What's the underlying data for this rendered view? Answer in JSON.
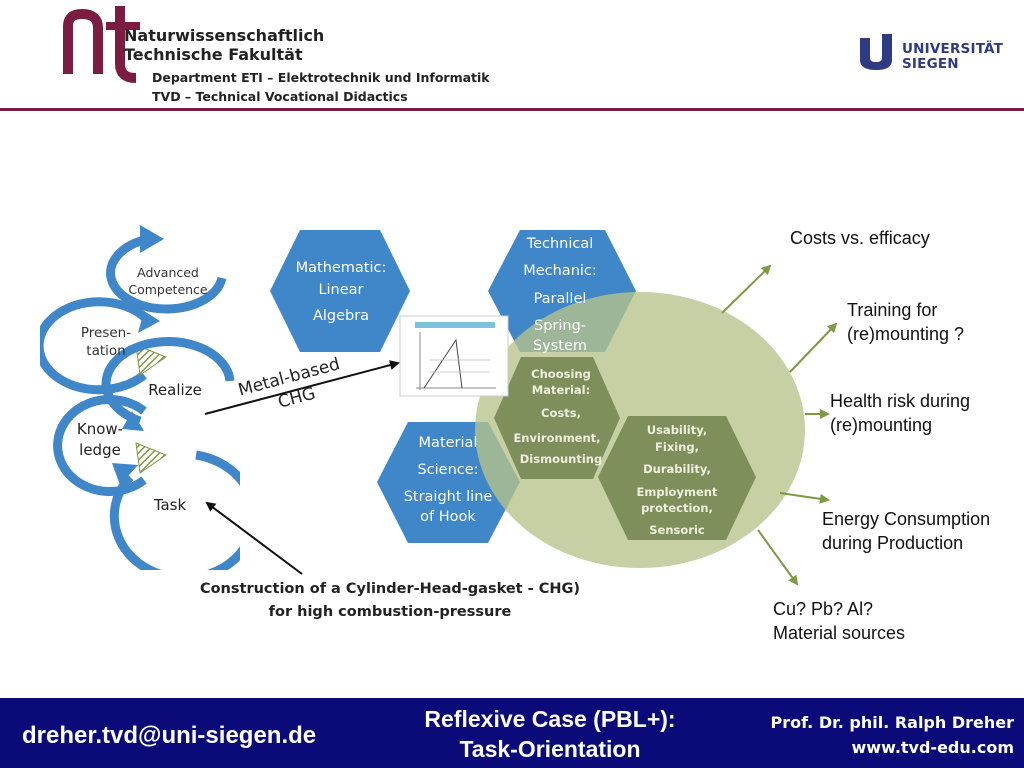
{
  "header": {
    "faculty_line1": "Naturwissenschaftlich",
    "faculty_line2": "Technische Fakultät",
    "dept_line1": "Department ETI – Elektrotechnik und Informatik",
    "dept_line2": "TVD – Technical Vocational Didactics",
    "uni_line1": "UNIVERSITÄT",
    "uni_line2": "SIEGEN"
  },
  "cycle": {
    "advanced_1": "Advanced",
    "advanced_2": "Competence",
    "presentation_1": "Presen-",
    "presentation_2": "tation",
    "realize": "Realize",
    "knowledge_1": "Know-",
    "knowledge_2": "ledge",
    "task": "Task"
  },
  "arrow_label": {
    "line1": "Metal-based",
    "line2": "CHG"
  },
  "construction": {
    "line1": "Construction of a Cylinder-Head-gasket - CHG)",
    "line2": "for high combustion-pressure"
  },
  "hexagons": {
    "math_1": "Mathematic:",
    "math_2": "Linear",
    "math_3": "Algebra",
    "mech_1": "Technical",
    "mech_2": "Mechanic:",
    "mech_3": "Parallel",
    "mech_4": "Spring-",
    "mech_5": "System",
    "mat_1": "Material",
    "mat_2": "Science:",
    "mat_3": "Straight line",
    "mat_4": "of Hook",
    "choose_1": "Choosing",
    "choose_2": "Material:",
    "choose_3": "Costs,",
    "choose_4": "Environment,",
    "choose_5": "Dismounting",
    "use_1": "Usability,",
    "use_2": "Fixing,",
    "use_3": "Durability,",
    "use_4": "Employment",
    "use_5": "protection,",
    "use_6": "Sensoric"
  },
  "notes": {
    "costs": "Costs vs. efficacy",
    "training_1": "Training for",
    "training_2": "(re)mounting ?",
    "health_1": "Health risk during",
    "health_2": "(re)mounting",
    "energy_1": "Energy Consumption",
    "energy_2": "during Production",
    "cu_1": "Cu? Pb? Al?",
    "cu_2": "Material sources"
  },
  "footer": {
    "email": "dreher.tvd@uni-siegen.de",
    "title_1": "Reflexive Case (PBL+):",
    "title_2": "Task-Orientation",
    "prof": "Prof. Dr. phil. Ralph Dreher",
    "web": "www.tvd-edu.com"
  },
  "colors": {
    "faculty_maroon": "#7b1d42",
    "siegen_blue": "#2e3b82",
    "hex_blue": "#3f87c9",
    "circle_blue": "#3f87c9",
    "olive_circle": "#b8c48c",
    "olive_hex": "#7f8f5c",
    "arrow_green": "#7d9a45",
    "footer_navy": "#0a0a78"
  }
}
